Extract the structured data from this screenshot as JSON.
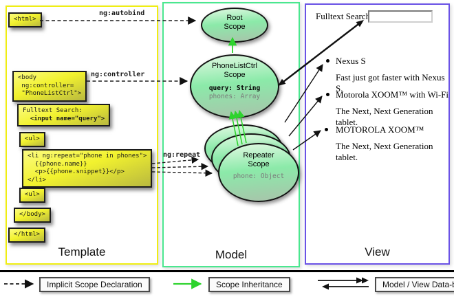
{
  "panels": {
    "template_label": "Template",
    "model_label": "Model",
    "view_label": "View"
  },
  "template_code": {
    "html_open": "<html>",
    "body_open": "<body\n ng:controller=\n \"PhoneListCtrl\">",
    "fulltext_label": "Fulltext Search:",
    "fulltext_input": "  <input name=\"query\">",
    "ul_open": "<ul>",
    "li_repeat": "<li ng:repeat=\"phone in phones\">\n  {{phone.name}}\n  <p>{{phone.snippet}}</p>\n</li>",
    "ul_close": "<ul>",
    "body_close": "</body>",
    "html_close": "</html>"
  },
  "directives": {
    "autobind": "ng:autobind",
    "controller": "ng:controller",
    "repeat": "ng:repeat"
  },
  "scopes": {
    "root": {
      "title": "Root\nScope"
    },
    "phone_list_ctrl": {
      "title": "PhoneListCtrl\nScope",
      "prop_query": "query: String",
      "prop_phones": "phones: Array"
    },
    "repeater": {
      "title": "Repeater\nScope",
      "prop_phone": "phone: Object"
    }
  },
  "view": {
    "search_label": "Fulltext Search:",
    "search_value": "",
    "items": [
      {
        "title": "Nexus S",
        "desc": "Fast just got faster with Nexus S."
      },
      {
        "title": "Motorola XOOM™ with Wi-Fi",
        "desc": "The Next, Next Generation tablet."
      },
      {
        "title": "MOTOROLA XOOM™",
        "desc": "The Next, Next Generation tablet."
      }
    ]
  },
  "legend": {
    "implicit": "Implicit Scope Declaration",
    "inheritance": "Scope Inheritance",
    "binding": "Model / View Data-binding"
  },
  "colors": {
    "template_border": "#f0ee12",
    "model_border": "#4ae78f",
    "view_border": "#6a52e6",
    "scope_green": "#2ed32e",
    "code_yellow": "#f2f22e"
  }
}
